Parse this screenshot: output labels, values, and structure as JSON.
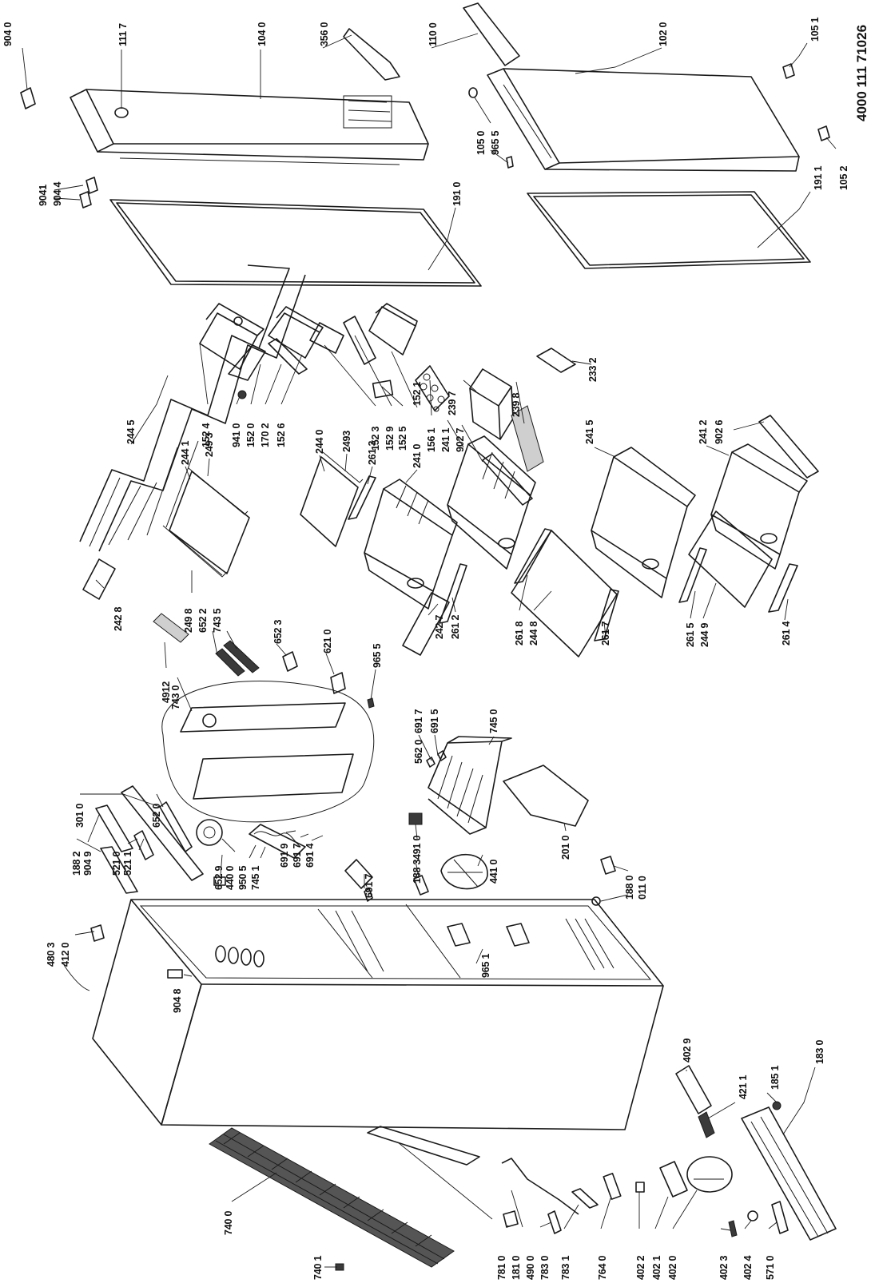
{
  "document_number": "4000 111 71026",
  "callouts": [
    {
      "id": "c9040",
      "label": "904 0"
    },
    {
      "id": "c1117",
      "label": "111 7"
    },
    {
      "id": "c1040",
      "label": "104 0"
    },
    {
      "id": "c3560",
      "label": "356 0"
    },
    {
      "id": "c1100",
      "label": "110 0"
    },
    {
      "id": "c1020",
      "label": "102 0"
    },
    {
      "id": "c1051",
      "label": "105 1"
    },
    {
      "id": "c1050",
      "label": "105 0"
    },
    {
      "id": "c9655a",
      "label": "965 5"
    },
    {
      "id": "c1052",
      "label": "105 2"
    },
    {
      "id": "c1911",
      "label": "191 1"
    },
    {
      "id": "c9041",
      "label": "9041"
    },
    {
      "id": "c9044",
      "label": "904 4"
    },
    {
      "id": "c1910",
      "label": "191 0"
    },
    {
      "id": "c2445",
      "label": "244 5"
    },
    {
      "id": "c2441",
      "label": "244 1"
    },
    {
      "id": "c2493a",
      "label": "249 3"
    },
    {
      "id": "c1524",
      "label": "152 4"
    },
    {
      "id": "c9410",
      "label": "941 0"
    },
    {
      "id": "c1520",
      "label": "152 0"
    },
    {
      "id": "c1702",
      "label": "170 2"
    },
    {
      "id": "c1526",
      "label": "152 6"
    },
    {
      "id": "c2440",
      "label": "244 0"
    },
    {
      "id": "c2493b",
      "label": "2493"
    },
    {
      "id": "c1523",
      "label": "152 3"
    },
    {
      "id": "c1529",
      "label": "152 9"
    },
    {
      "id": "c1525",
      "label": "152 5"
    },
    {
      "id": "c2613",
      "label": "261 3"
    },
    {
      "id": "c2410",
      "label": "241 0"
    },
    {
      "id": "c1521",
      "label": "152 1"
    },
    {
      "id": "c1561",
      "label": "156 1"
    },
    {
      "id": "c2411",
      "label": "241 1"
    },
    {
      "id": "c9027",
      "label": "902 7"
    },
    {
      "id": "c2397",
      "label": "239 7"
    },
    {
      "id": "c2398",
      "label": "239 8"
    },
    {
      "id": "c2332",
      "label": "233 2"
    },
    {
      "id": "c2415",
      "label": "241 5"
    },
    {
      "id": "c2412",
      "label": "241 2"
    },
    {
      "id": "c9026",
      "label": "902 6"
    },
    {
      "id": "c2428",
      "label": "242 8"
    },
    {
      "id": "c2498",
      "label": "249 8"
    },
    {
      "id": "c6522",
      "label": "652 2"
    },
    {
      "id": "c7435",
      "label": "743 5"
    },
    {
      "id": "c6523",
      "label": "652 3"
    },
    {
      "id": "c6210",
      "label": "621 0"
    },
    {
      "id": "c9655b",
      "label": "965 5"
    },
    {
      "id": "c2427",
      "label": "242 7"
    },
    {
      "id": "c2612",
      "label": "261 2"
    },
    {
      "id": "c2618",
      "label": "261 8"
    },
    {
      "id": "c2448",
      "label": "244 8"
    },
    {
      "id": "c2617",
      "label": "261 7"
    },
    {
      "id": "c2615",
      "label": "261 5"
    },
    {
      "id": "c2449",
      "label": "244 9"
    },
    {
      "id": "c2614",
      "label": "261 4"
    },
    {
      "id": "c4912",
      "label": "4912"
    },
    {
      "id": "c7430",
      "label": "743 0"
    },
    {
      "id": "c5620",
      "label": "562 0"
    },
    {
      "id": "c6917a",
      "label": "691 7"
    },
    {
      "id": "c6915",
      "label": "691 5"
    },
    {
      "id": "c7450",
      "label": "745 0"
    },
    {
      "id": "c3010",
      "label": "301 0"
    },
    {
      "id": "c6520",
      "label": "652 0"
    },
    {
      "id": "c1882",
      "label": "188 2"
    },
    {
      "id": "c9049",
      "label": "904 9"
    },
    {
      "id": "c5211",
      "label": "521 1"
    },
    {
      "id": "c5210",
      "label": "521 0"
    },
    {
      "id": "c6529",
      "label": "652 9"
    },
    {
      "id": "c4400",
      "label": "440 0"
    },
    {
      "id": "c9505",
      "label": "950 5"
    },
    {
      "id": "c7451",
      "label": "745 1"
    },
    {
      "id": "c6919",
      "label": "691 9"
    },
    {
      "id": "c6917b",
      "label": "691 7"
    },
    {
      "id": "c6914",
      "label": "691 4"
    },
    {
      "id": "c4910",
      "label": "491 0"
    },
    {
      "id": "c2010",
      "label": "201 0"
    },
    {
      "id": "c1883",
      "label": "188 3"
    },
    {
      "id": "c6917c",
      "label": "691 7"
    },
    {
      "id": "c4410",
      "label": "441 0"
    },
    {
      "id": "c1880",
      "label": "188 0"
    },
    {
      "id": "c0110",
      "label": "011 0"
    },
    {
      "id": "c4803",
      "label": "480 3"
    },
    {
      "id": "c4120",
      "label": "412 0"
    },
    {
      "id": "c9048",
      "label": "904 8"
    },
    {
      "id": "c9651",
      "label": "965 1"
    },
    {
      "id": "c4029",
      "label": "402 9"
    },
    {
      "id": "c4211",
      "label": "421 1"
    },
    {
      "id": "c1851",
      "label": "185 1"
    },
    {
      "id": "c1830",
      "label": "183 0"
    },
    {
      "id": "c7400",
      "label": "740 0"
    },
    {
      "id": "c7401",
      "label": "740 1"
    },
    {
      "id": "c7810",
      "label": "781 0"
    },
    {
      "id": "c1810",
      "label": "181 0"
    },
    {
      "id": "c4900",
      "label": "490 0"
    },
    {
      "id": "c7830",
      "label": "783 0"
    },
    {
      "id": "c7831",
      "label": "783 1"
    },
    {
      "id": "c7640",
      "label": "764 0"
    },
    {
      "id": "c4022",
      "label": "402 2"
    },
    {
      "id": "c4021",
      "label": "402 1"
    },
    {
      "id": "c4020",
      "label": "402 0"
    },
    {
      "id": "c4023",
      "label": "402 3"
    },
    {
      "id": "c4024",
      "label": "402 4"
    },
    {
      "id": "c5710",
      "label": "571 0"
    }
  ]
}
